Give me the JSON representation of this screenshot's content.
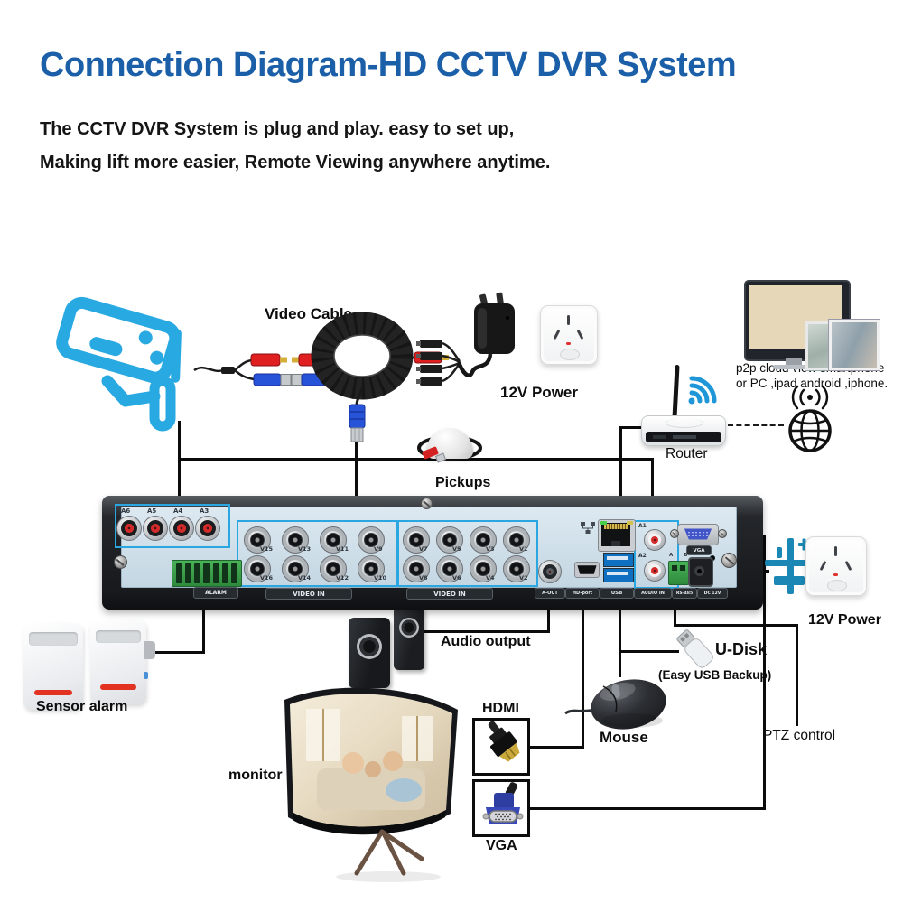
{
  "header": {
    "title": "Connection Diagram-HD CCTV DVR System",
    "subtitle_line1": "The CCTV DVR System is plug and play. easy to set up,",
    "subtitle_line2": "Making lift more easier, Remote Viewing anywhere anytime."
  },
  "labels": {
    "video_cable": "Video Cable",
    "power_12v_top": "12V Power",
    "p2p_line1": "p2p cloud view smartphone",
    "p2p_line2": "or PC ,ipad android ,iphone.",
    "router": "Router",
    "pickups": "Pickups",
    "audio_output": "Audio output",
    "sensor_alarm": "Sensor alarm",
    "monitor": "monitor",
    "hdmi": "HDMI",
    "vga": "VGA",
    "mouse": "Mouse",
    "udisk": "U-Disk",
    "udisk_note": "(Easy USB Backup)",
    "ptz_control": "PTZ control",
    "power_12v_right": "12V Power"
  },
  "dvr": {
    "audio_block_channels": [
      "A6",
      "A5",
      "A4",
      "A3"
    ],
    "alarm_label": "ALARM",
    "video_group1_top": [
      "V15",
      "V13",
      "V11",
      "V9"
    ],
    "video_group1_bottom": [
      "V16",
      "V14",
      "V12",
      "V10"
    ],
    "video_group2_top": [
      "V7",
      "V5",
      "V3",
      "V1"
    ],
    "video_group2_bottom": [
      "V8",
      "V6",
      "V4",
      "V2"
    ],
    "video_in_label_1": "VIDEO IN",
    "video_in_label_2": "VIDEO IN",
    "a_out_label": "A-OUT",
    "hd_port_label": "HD-port",
    "usb_label": "USB",
    "audio_in_label": "AUDIO IN",
    "audio_in_channels": [
      "A1",
      "A2"
    ],
    "rs485_pins": "A B",
    "rs485_label": "RS-485",
    "dc12v_label": "DC 12V",
    "vga_label": "VGA"
  },
  "colors": {
    "title_blue": "#1b5fa8",
    "accent_blue": "#29a9e1",
    "wifi_blue": "#1e96d8",
    "plug_teal": "#1b87b4",
    "line_black": "#0b0b0b",
    "dvr_face": "#cfdfe9"
  }
}
